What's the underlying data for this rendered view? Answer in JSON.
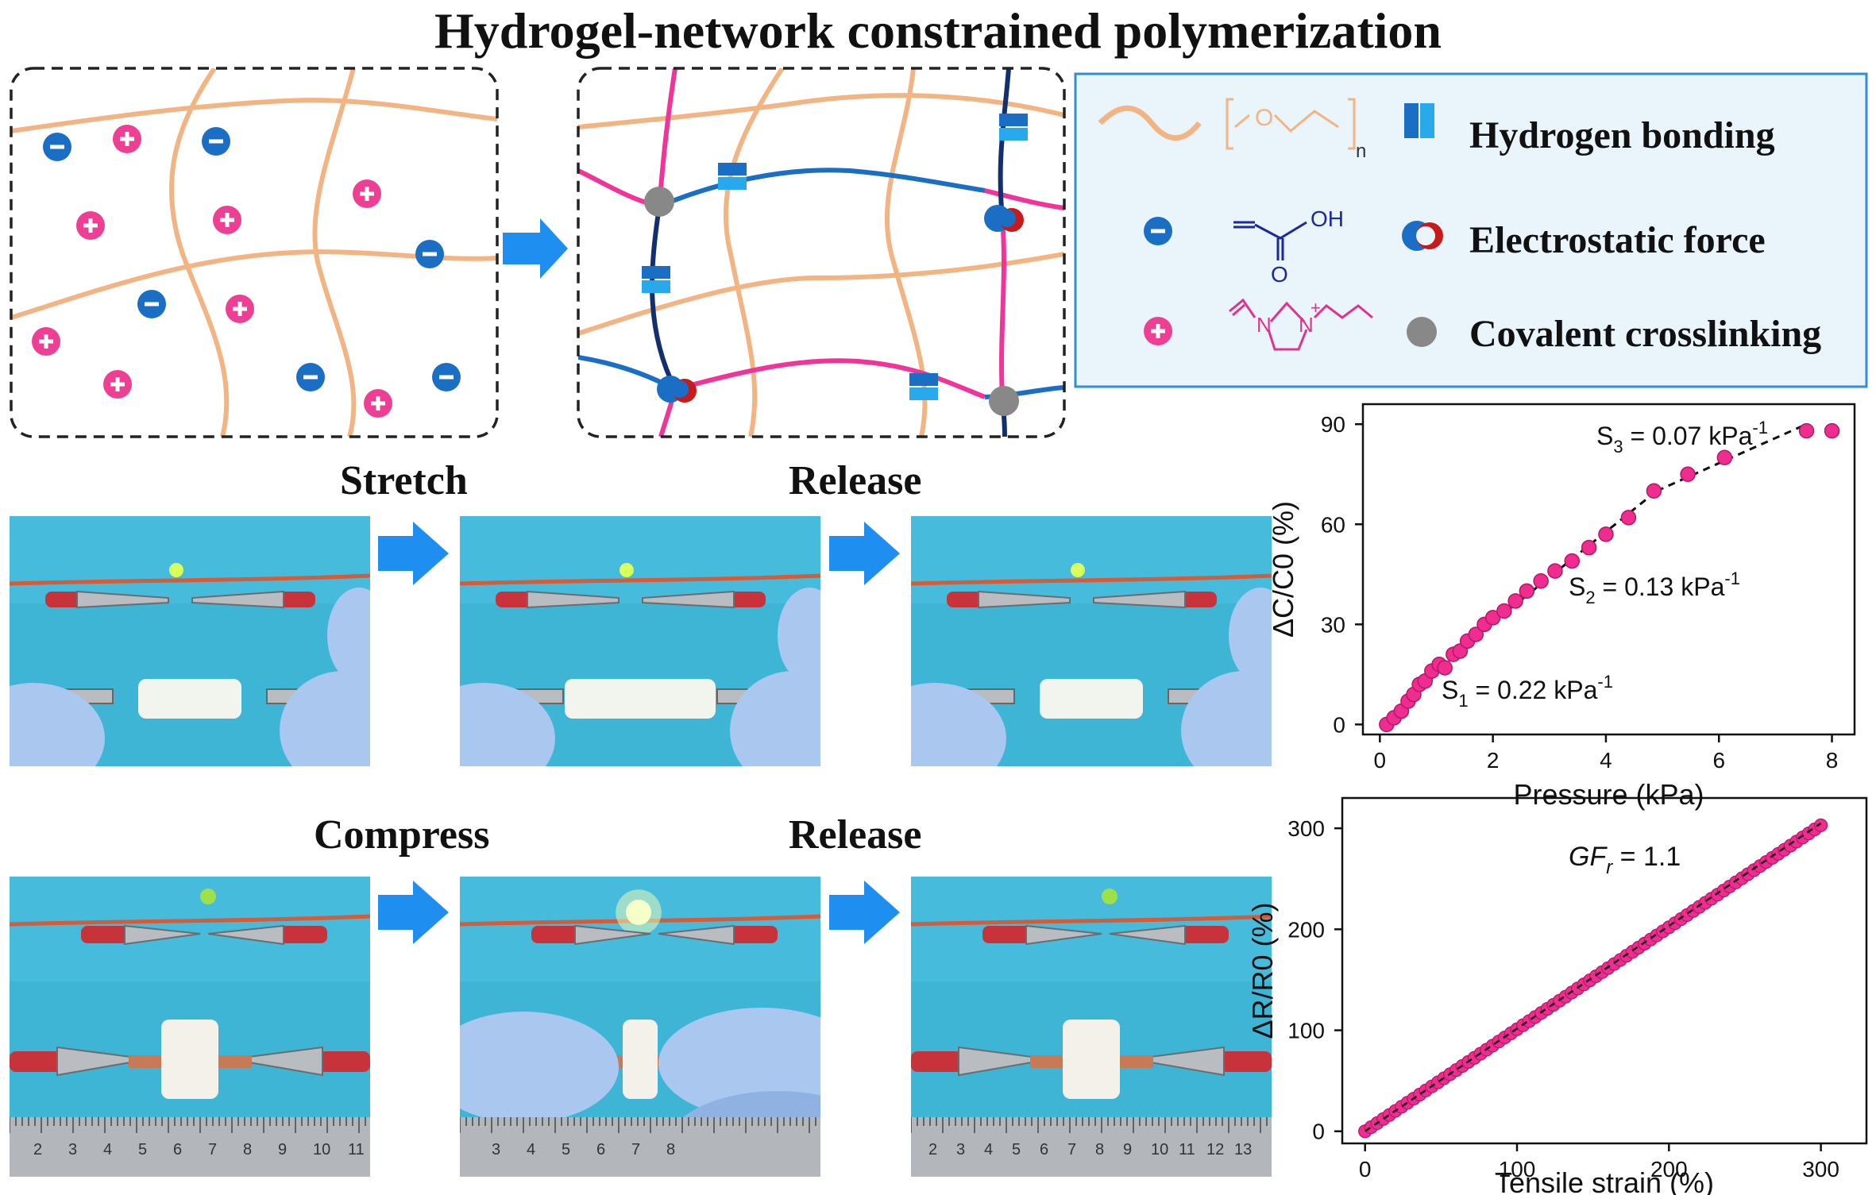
{
  "title": "Hydrogel-network constrained polymerization",
  "steps": {
    "row1": [
      "Stretch",
      "Release"
    ],
    "row2": [
      "Compress",
      "Release"
    ]
  },
  "legend": {
    "peo_subscript": "n",
    "acid_oh": "OH",
    "acid_o": "O",
    "il_n1": "N",
    "il_n2": "N",
    "il_charge": "+",
    "hydrogen_bonding": "Hydrogen bonding",
    "electrostatic_force": "Electrostatic force",
    "covalent_crosslinking": "Covalent crosslinking"
  },
  "ruler_numbers": {
    "left": [
      "2",
      "3",
      "4",
      "5",
      "6",
      "7",
      "8",
      "9",
      "10",
      "11"
    ],
    "middle": [
      "3",
      "4",
      "5",
      "6",
      "7",
      "8"
    ],
    "right": [
      "2",
      "3",
      "4",
      "5",
      "6",
      "7",
      "8",
      "9",
      "10",
      "11",
      "12",
      "13"
    ]
  },
  "colors": {
    "peo_chain": "#f2b482",
    "anion": "#1a6fc4",
    "cation": "#ef3f95",
    "navy": "#13306e",
    "arrow": "#1e8ff0",
    "crosslink": "#888888",
    "pink_marker": "#ef2d8f",
    "background_water": "#3fb5d6"
  },
  "chart_data": [
    {
      "type": "scatter",
      "xlabel": "Pressure (kPa)",
      "ylabel": "ΔC/C0 (%)",
      "xticks": [
        "0",
        "2",
        "4",
        "6",
        "8"
      ],
      "yticks": [
        "0",
        "30",
        "60",
        "90"
      ],
      "xlim": [
        -0.3,
        8.4
      ],
      "ylim": [
        -3,
        96
      ],
      "x": [
        0.12,
        0.25,
        0.38,
        0.5,
        0.6,
        0.7,
        0.8,
        0.92,
        1.05,
        1.15,
        1.3,
        1.42,
        1.55,
        1.7,
        1.85,
        2.0,
        2.2,
        2.4,
        2.6,
        2.85,
        3.1,
        3.4,
        3.7,
        4.0,
        4.4,
        4.85,
        5.45,
        6.1,
        7.55,
        8.0
      ],
      "y": [
        0,
        2,
        4,
        7,
        9,
        12,
        13,
        16,
        18,
        17,
        21,
        22,
        25,
        27,
        30,
        32,
        34,
        37,
        40,
        43,
        46,
        49,
        53,
        57,
        62,
        70,
        75,
        80,
        88,
        88
      ],
      "annotations": [
        {
          "text": "S3 = 0.07 kPa-1",
          "main": "S",
          "sub": "3",
          "rest": " = 0.07 kPa",
          "sup": "-1"
        },
        {
          "text": "S2 = 0.13 kPa-1",
          "main": "S",
          "sub": "2",
          "rest": " = 0.13 kPa",
          "sup": "-1"
        },
        {
          "text": "S1 = 0.22 kPa-1",
          "main": "S",
          "sub": "1",
          "rest": " = 0.22 kPa",
          "sup": "-1"
        }
      ],
      "fit_segments": [
        {
          "x": [
            0.12,
            1.45
          ],
          "y": [
            0,
            23
          ]
        },
        {
          "x": [
            1.45,
            4.9
          ],
          "y": [
            23,
            70
          ]
        },
        {
          "x": [
            4.9,
            7.55
          ],
          "y": [
            70,
            90
          ]
        }
      ]
    },
    {
      "type": "scatter",
      "xlabel": "Tensile strain (%)",
      "ylabel": "ΔR/R0 (%)",
      "xticks": [
        "0",
        "100",
        "200",
        "300"
      ],
      "yticks": [
        "0",
        "100",
        "200",
        "300"
      ],
      "xlim": [
        -15,
        330
      ],
      "ylim": [
        -12,
        330
      ],
      "annotation": {
        "main": "GF",
        "sub": "r",
        "rest": " = 1.1"
      },
      "fit": {
        "x": [
          0,
          300
        ],
        "y": [
          0,
          305
        ]
      },
      "series": {
        "x_start": 0,
        "x_end": 302,
        "x_step": 4,
        "slope": 1.01
      }
    }
  ]
}
